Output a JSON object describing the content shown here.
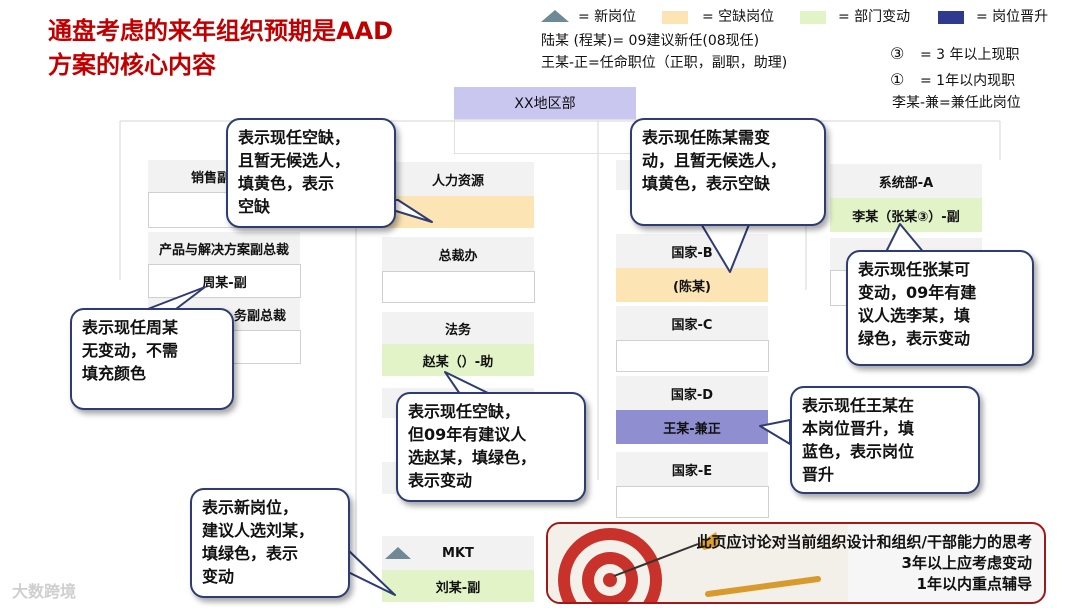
{
  "title": {
    "line1": "通盘考虑的来年组织预期是AAD",
    "line2": "方案的核心内容"
  },
  "legend": {
    "new_position": "= 新岗位",
    "vacant": "= 空缺岗位",
    "dept_change": "= 部门变动",
    "promotion": "= 岗位晋升",
    "lu_note": "陆某 (程某)= 09建议新任(08现任)",
    "wang_note": "王某-正=任命职位（正职，副职，助理)",
    "circled3": "③",
    "circled3_note": "= 3 年以上现职",
    "circled1": "①",
    "circled1_note": "= 1年以内现职",
    "li_note": "李某-兼=兼任此岗位",
    "colors": {
      "new": "#6f8a96",
      "vacant": "#fce4b5",
      "change": "#e2f3c8",
      "promo": "#2f3a8f"
    }
  },
  "org": {
    "root": "XX地区部",
    "left": {
      "sales_header": "销售副",
      "prod_header": "产品与解决方案副总裁",
      "prod_person": "周某-副",
      "svc_header": "务副总裁"
    },
    "center": {
      "hr": "人力资源",
      "ceo_office": "总裁办",
      "legal": "法务",
      "legal_person": "赵某（）-助",
      "mkt": "MKT",
      "mkt_person": "刘某-副"
    },
    "right": {
      "country_b": "国家-B",
      "country_b_person": "(陈某)",
      "country_c": "国家-C",
      "country_d": "国家-D",
      "country_d_person": "王某-兼正",
      "country_e": "国家-E",
      "sys": "系统部-A",
      "sys_person": "李某（张某③）-副"
    }
  },
  "callouts": {
    "hr_vacant": [
      "表示现任空缺，",
      "且暂无候选人，",
      "填黄色，表示",
      "空缺"
    ],
    "chen": [
      "表示现任陈某需变",
      "动，且暂无候选人，",
      "填黄色，表示空缺"
    ],
    "zhou": [
      "表示现任周某",
      "无变动，不需",
      "填充颜色"
    ],
    "zhang": [
      "表示现任张某可",
      "变动，09年有建",
      "议人选李某，填",
      "绿色，表示变动"
    ],
    "zhao": [
      "表示现任空缺，",
      "但09年有建议人",
      "选赵某，填绿色，",
      "表示变动"
    ],
    "wang": [
      "表示现任王某在",
      "本岗位晋升，填",
      "蓝色，表示岗位",
      "晋升"
    ],
    "liu": [
      "表示新岗位，",
      "建议人选刘某，",
      "填绿色，表示",
      "变动"
    ]
  },
  "bottom": {
    "line1": "此页应讨论对当前组织设计和组织/干部能力的思考",
    "line2": "3年以上应考虑变动",
    "line3": "1年以内重点辅导"
  },
  "watermark": "大数跨境"
}
